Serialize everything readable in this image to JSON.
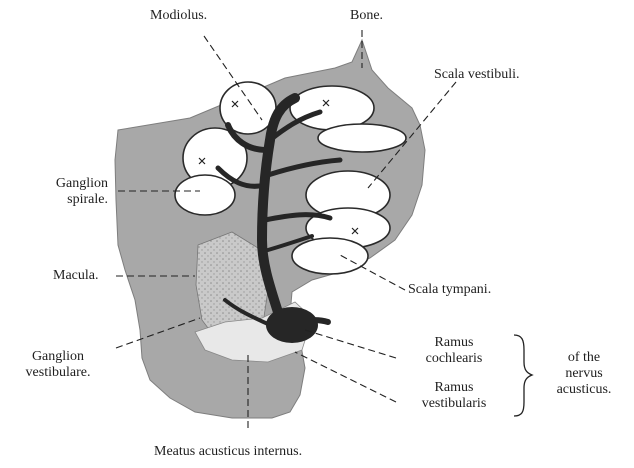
{
  "labels": {
    "modiolus": "Modiolus.",
    "bone": "Bone.",
    "scala_vestibuli": "Scala vestibuli.",
    "ganglion_spirale_1": "Ganglion",
    "ganglion_spirale_2": "spirale.",
    "macula": "Macula.",
    "scala_tympani": "Scala tympani.",
    "ganglion_vestibulare_1": "Ganglion",
    "ganglion_vestibulare_2": "vestibulare.",
    "ramus_cochlearis_1": "Ramus",
    "ramus_cochlearis_2": "cochlearis",
    "ramus_vestibularis_1": "Ramus",
    "ramus_vestibularis_2": "vestibularis",
    "of_the_1": "of the",
    "of_the_2": "nervus",
    "of_the_3": "acusticus.",
    "meatus": "Meatus acusticus internus."
  },
  "colors": {
    "bone": "#a8a8a8",
    "cochlea_fill": "#ffffff",
    "nerve": "#262626",
    "ink": "#1e1e1e",
    "background": "#ffffff"
  }
}
